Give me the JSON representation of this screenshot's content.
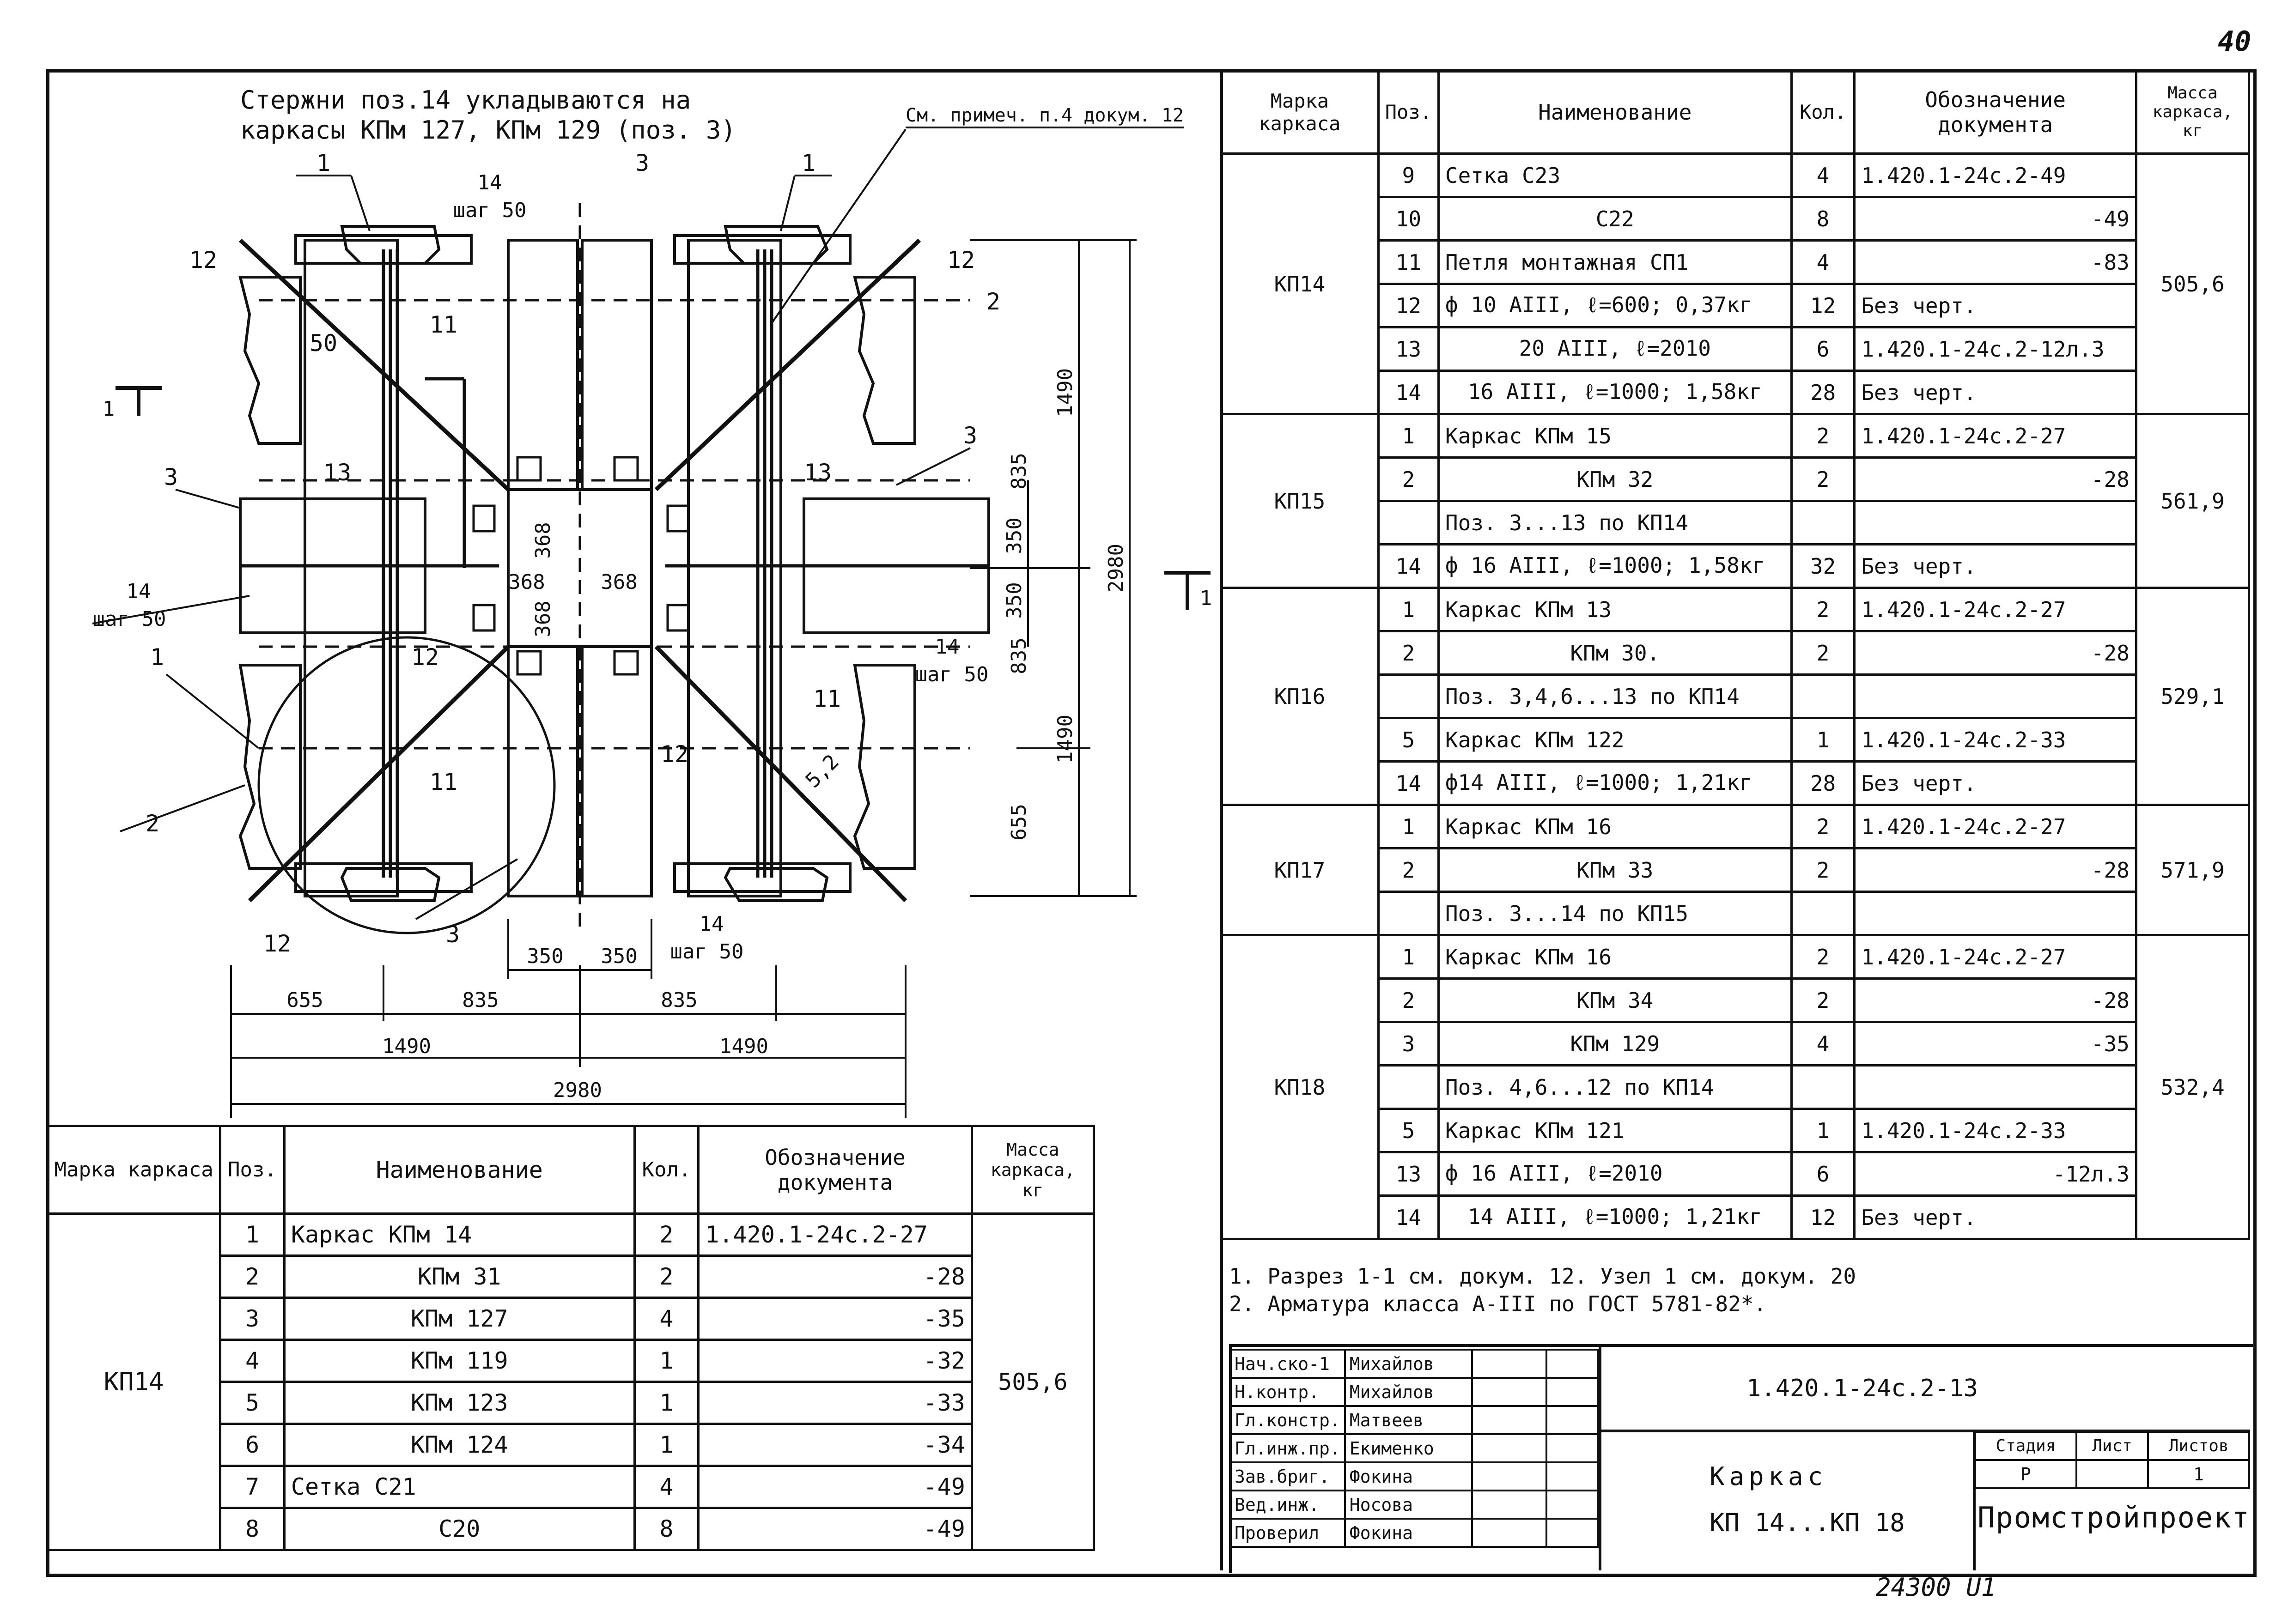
{
  "page_number": "40",
  "bottom_stamp": "24300  U1",
  "drawing": {
    "note": [
      "Стержни поз.14 укладываются на",
      "каркасы КПм 127, КПм 129 (поз. 3)"
    ],
    "ref_note": "См. примеч. п.4 докум. 12",
    "section_mark": "1",
    "pos_labels": [
      "1",
      "1",
      "12",
      "12",
      "2",
      "11",
      "50",
      "3",
      "3",
      "3",
      "13",
      "13",
      "2",
      "12",
      "12",
      "11",
      "11",
      "12",
      "3",
      "1"
    ],
    "step_labels": [
      {
        "pos": "14",
        "step": "шаг 50"
      },
      {
        "pos": "14",
        "step": "шаг 50"
      },
      {
        "pos": "14",
        "step": "шаг 50"
      },
      {
        "pos": "14",
        "step": "шаг 50"
      }
    ],
    "dims": {
      "d368": [
        "368",
        "368",
        "368",
        "368"
      ],
      "d350": [
        "350",
        "350",
        "350",
        "350"
      ],
      "d835": [
        "835",
        "835",
        "835",
        "835"
      ],
      "d1490": [
        "1490",
        "1490",
        "1490",
        "1490"
      ],
      "d2980": [
        "2980",
        "2980"
      ],
      "d655": [
        "655",
        "655"
      ]
    },
    "small_dim": "5,2"
  },
  "bottom_table": {
    "headers": [
      "Марка каркаса",
      "Поз.",
      "Наименование",
      "Кол.",
      "Обозначение документа",
      "Масса каркаса, кг"
    ],
    "mark": "КП14",
    "mass": "505,6",
    "rows": [
      [
        "1",
        "Каркас КПм 14",
        "2",
        "1.420.1-24с.2-27"
      ],
      [
        "2",
        "КПм 31",
        "2",
        "-28"
      ],
      [
        "3",
        "КПм 127",
        "4",
        "-35"
      ],
      [
        "4",
        "КПм 119",
        "1",
        "-32"
      ],
      [
        "5",
        "КПм 123",
        "1",
        "-33"
      ],
      [
        "6",
        "КПм 124",
        "1",
        "-34"
      ],
      [
        "7",
        "Сетка С21",
        "4",
        "-49"
      ],
      [
        "8",
        "С20",
        "8",
        "-49"
      ]
    ]
  },
  "right_table": {
    "headers": [
      "Марка каркаса",
      "Поз.",
      "Наименование",
      "Кол.",
      "Обозначение документа",
      "Масса каркаса, кг"
    ],
    "groups": [
      {
        "mark": "КП14",
        "mass": "505,6",
        "rows": [
          [
            "9",
            "Сетка С23",
            "4",
            "1.420.1-24с.2-49"
          ],
          [
            "10",
            "С22",
            "8",
            "-49"
          ],
          [
            "11",
            "Петля монтажная СП1",
            "4",
            "-83"
          ],
          [
            "12",
            "ф 10 АIII, ℓ=600; 0,37кг",
            "12",
            "Без черт."
          ],
          [
            "13",
            "20 АIII, ℓ=2010",
            "6",
            "1.420.1-24с.2-12л.3"
          ],
          [
            "14",
            "16 АIII, ℓ=1000; 1,58кг",
            "28",
            "Без черт."
          ]
        ]
      },
      {
        "mark": "КП15",
        "mass": "561,9",
        "rows": [
          [
            "1",
            "Каркас КПм 15",
            "2",
            "1.420.1-24с.2-27"
          ],
          [
            "2",
            "КПм 32",
            "2",
            "-28"
          ],
          [
            "",
            "Поз. 3...13 по КП14",
            "",
            ""
          ],
          [
            "14",
            "ф 16 АIII, ℓ=1000; 1,58кг",
            "32",
            "Без черт."
          ]
        ]
      },
      {
        "mark": "КП16",
        "mass": "529,1",
        "rows": [
          [
            "1",
            "Каркас КПм 13",
            "2",
            "1.420.1-24с.2-27"
          ],
          [
            "2",
            "КПм 30.",
            "2",
            "-28"
          ],
          [
            "",
            "Поз. 3,4,6...13 по КП14",
            "",
            ""
          ],
          [
            "5",
            "Каркас КПм 122",
            "1",
            "1.420.1-24с.2-33"
          ],
          [
            "14",
            "ф14 АIII, ℓ=1000; 1,21кг",
            "28",
            "Без черт."
          ]
        ]
      },
      {
        "mark": "КП17",
        "mass": "571,9",
        "rows": [
          [
            "1",
            "Каркас КПм 16",
            "2",
            "1.420.1-24с.2-27"
          ],
          [
            "2",
            "КПм 33",
            "2",
            "-28"
          ],
          [
            "",
            "Поз. 3...14 по КП15",
            "",
            ""
          ]
        ]
      },
      {
        "mark": "КП18",
        "mass": "532,4",
        "rows": [
          [
            "1",
            "Каркас КПм 16",
            "2",
            "1.420.1-24с.2-27"
          ],
          [
            "2",
            "КПм 34",
            "2",
            "-28"
          ],
          [
            "3",
            "КПм 129",
            "4",
            "-35"
          ],
          [
            "",
            "Поз. 4,6...12 по КП14",
            "",
            ""
          ],
          [
            "5",
            "Каркас КПм 121",
            "1",
            "1.420.1-24с.2-33"
          ],
          [
            "13",
            "ф 16 АIII, ℓ=2010",
            "6",
            "-12л.3"
          ],
          [
            "14",
            "14 АIII, ℓ=1000; 1,21кг",
            "12",
            "Без черт."
          ]
        ]
      }
    ]
  },
  "notes": [
    "1. Разрез 1-1 см. докум. 12. Узел 1 см. докум. 20",
    "2. Арматура класса А-III по ГОСТ 5781-82*."
  ],
  "title_block": {
    "staff": [
      [
        "Нач.ско-1",
        "Михайлов"
      ],
      [
        "Н.контр.",
        "Михайлов"
      ],
      [
        "Гл.констр.",
        "Матвеев"
      ],
      [
        "Гл.инж.пр.",
        "Екименко"
      ],
      [
        "Зав.бриг.",
        "Фокина"
      ],
      [
        "Вед.инж.",
        "Носова"
      ],
      [
        "Проверил",
        "Фокина"
      ]
    ],
    "doc_code": "1.420.1-24с.2-13",
    "title_line1": "Каркас",
    "title_line2": "КП 14...КП 18",
    "stage_label": "Стадия",
    "sheet_label": "Лист",
    "sheets_label": "Листов",
    "stage": "Р",
    "sheet": "",
    "sheets": "1",
    "organization": "Промстройпроект"
  }
}
